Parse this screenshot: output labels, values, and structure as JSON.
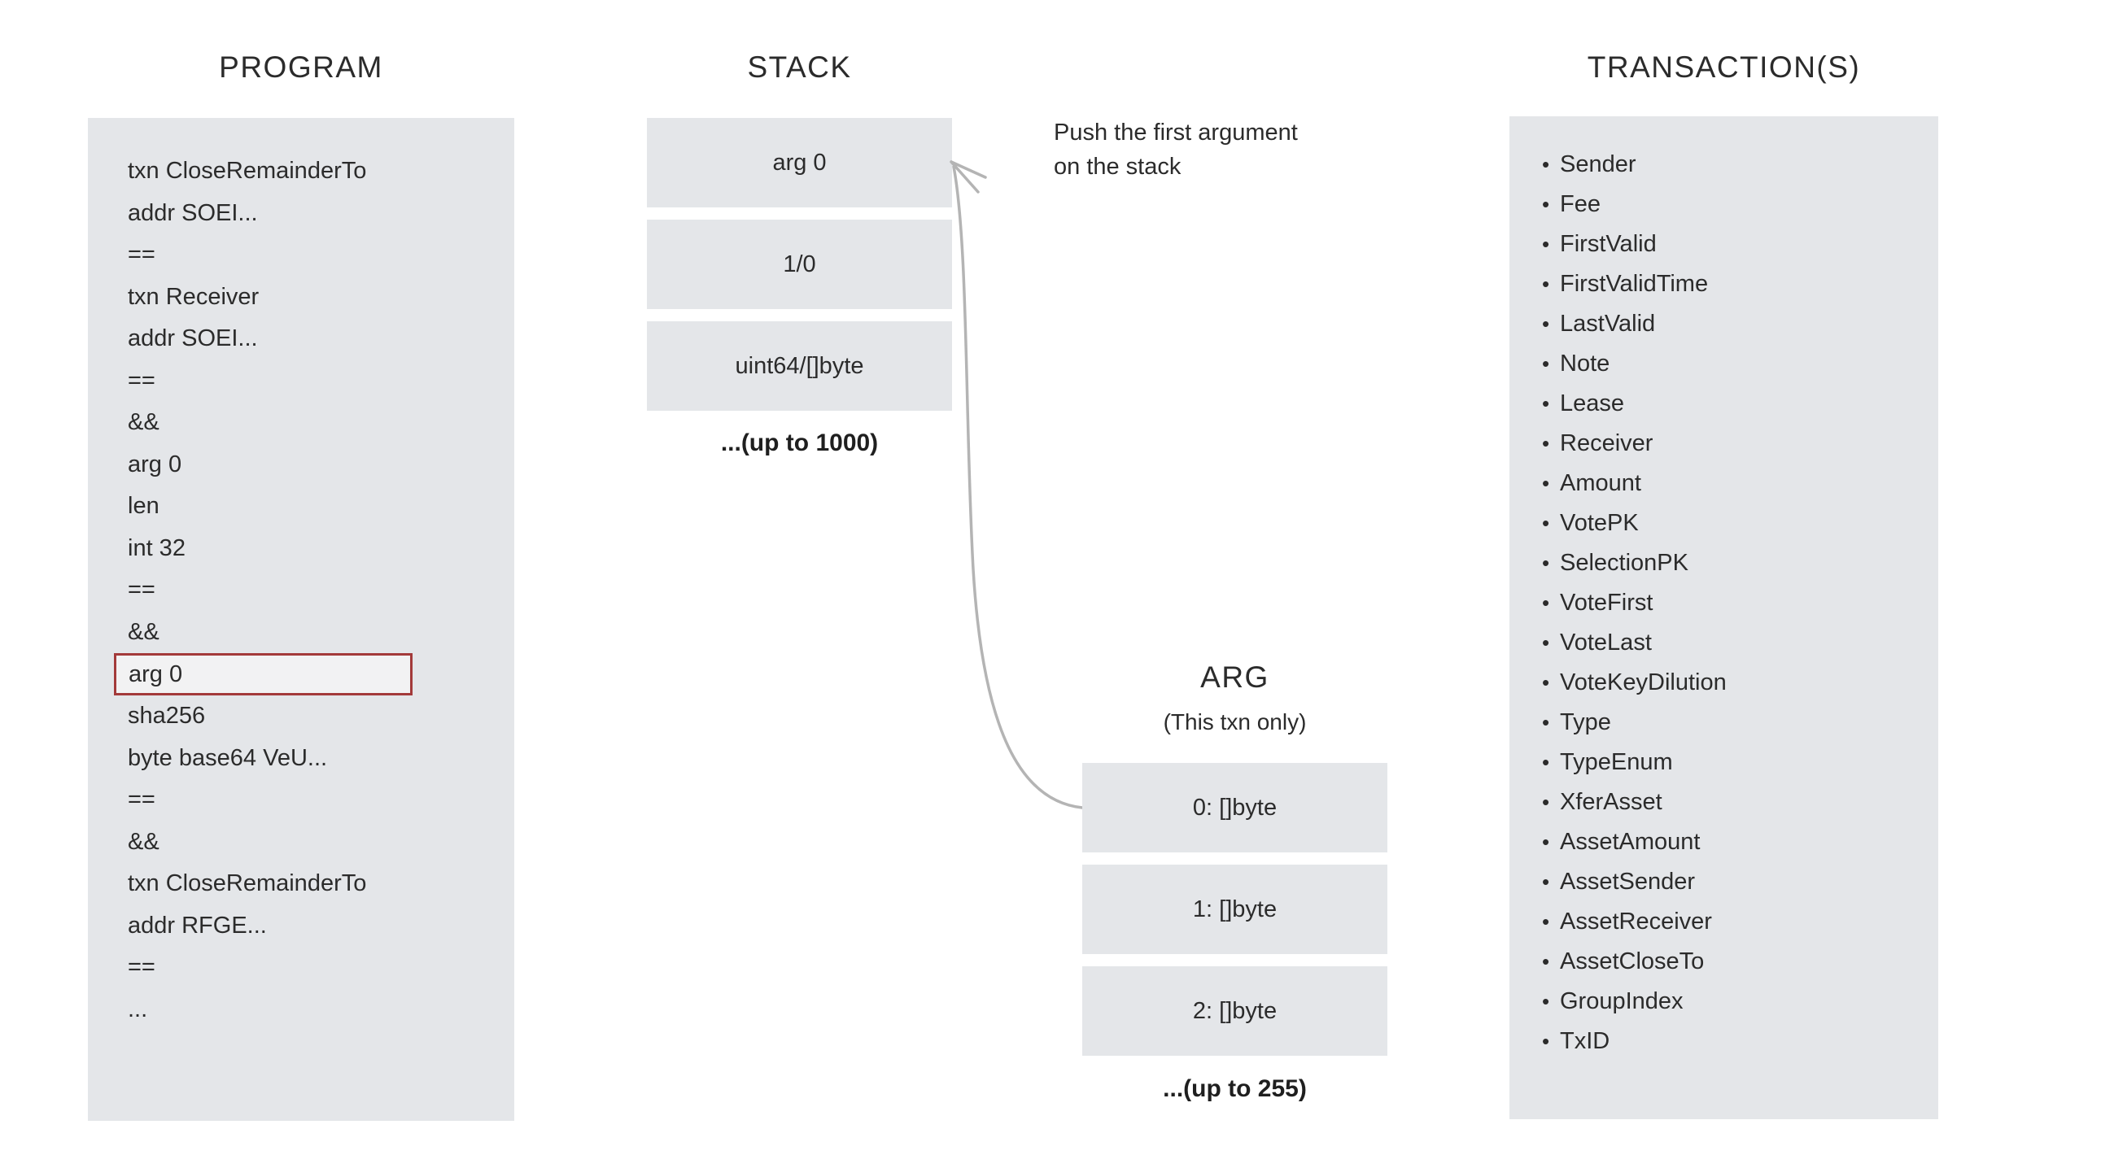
{
  "program": {
    "title": "PROGRAM",
    "lines": [
      {
        "text": "txn CloseRemainderTo",
        "highlighted": false
      },
      {
        "text": "addr SOEI...",
        "highlighted": false
      },
      {
        "text": "==",
        "highlighted": false
      },
      {
        "text": "txn Receiver",
        "highlighted": false
      },
      {
        "text": "addr SOEI...",
        "highlighted": false
      },
      {
        "text": "==",
        "highlighted": false
      },
      {
        "text": "&&",
        "highlighted": false
      },
      {
        "text": "arg 0",
        "highlighted": false
      },
      {
        "text": "len",
        "highlighted": false
      },
      {
        "text": "int 32",
        "highlighted": false
      },
      {
        "text": "==",
        "highlighted": false
      },
      {
        "text": "&&",
        "highlighted": false
      },
      {
        "text": "arg 0",
        "highlighted": true
      },
      {
        "text": "sha256",
        "highlighted": false
      },
      {
        "text": "byte base64 VeU...",
        "highlighted": false
      },
      {
        "text": "==",
        "highlighted": false
      },
      {
        "text": "&&",
        "highlighted": false
      },
      {
        "text": "txn CloseRemainderTo",
        "highlighted": false
      },
      {
        "text": "addr RFGE...",
        "highlighted": false
      },
      {
        "text": "==",
        "highlighted": false
      },
      {
        "text": "...",
        "highlighted": false
      }
    ]
  },
  "stack": {
    "title": "STACK",
    "cells": [
      "arg 0",
      "1/0",
      "uint64/[]byte"
    ],
    "more": "...(up to 1000)"
  },
  "arg": {
    "title": "ARG",
    "subtitle": "(This txn only)",
    "cells": [
      "0: []byte",
      "1: []byte",
      "2: []byte"
    ],
    "more": "...(up to 255)"
  },
  "transactions": {
    "title": "TRANSACTION(S)",
    "bullet": "•",
    "fields": [
      "Sender",
      "Fee",
      "FirstValid",
      "FirstValidTime",
      "LastValid",
      "Note",
      "Lease",
      "Receiver",
      "Amount",
      "VotePK",
      "SelectionPK",
      "VoteFirst",
      "VoteLast",
      "VoteKeyDilution",
      "Type",
      "TypeEnum",
      "XferAsset",
      "AssetAmount",
      "AssetSender",
      "AssetReceiver",
      "AssetCloseTo",
      "GroupIndex",
      "TxID"
    ]
  },
  "annotation": {
    "line1": "Push the first argument",
    "line2": "on the stack"
  },
  "colors": {
    "panel_fill": "#e4e6e9",
    "highlight_border": "#a33a3a",
    "arrow": "#b4b4b4",
    "text": "#2b2b2b"
  }
}
